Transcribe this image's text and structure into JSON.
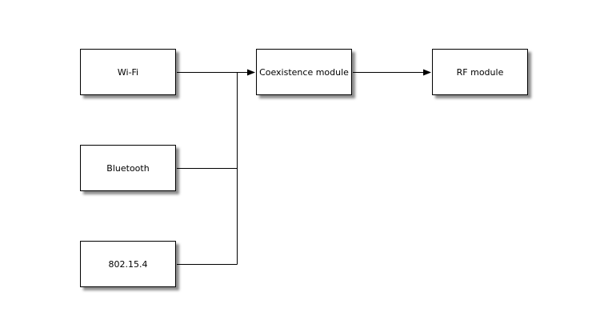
{
  "diagram": {
    "background_color": "#ffffff",
    "line_color": "#000000",
    "box_fill_color": "#ffffff",
    "box_border_color": "#000000",
    "nodes": {
      "wifi": {
        "label": "Wi-Fi"
      },
      "bluetooth": {
        "label": "Bluetooth"
      },
      "zigbee": {
        "label": "802.15.4"
      },
      "coexistence": {
        "label": "Coexistence module"
      },
      "rf": {
        "label": "RF module"
      }
    },
    "edges": [
      {
        "from": "wifi",
        "to": "coexistence",
        "arrowhead": true
      },
      {
        "from": "bluetooth",
        "to": "coexistence",
        "arrowhead": true,
        "joins_trunk": true
      },
      {
        "from": "zigbee",
        "to": "coexistence",
        "arrowhead": true,
        "joins_trunk": true
      },
      {
        "from": "coexistence",
        "to": "rf",
        "arrowhead": true
      }
    ]
  }
}
